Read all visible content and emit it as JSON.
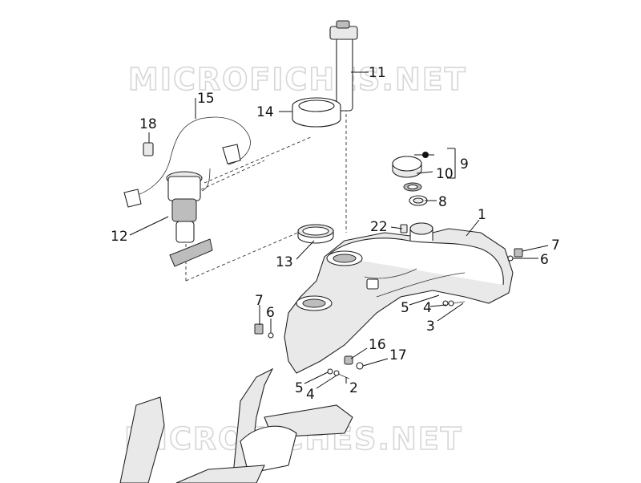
{
  "watermark": {
    "top": "MICROFICHES.NET",
    "bottom": "MICROFICHES.NET"
  },
  "callouts": {
    "n1": "1",
    "n2": "2",
    "n3": "3",
    "n4a": "4",
    "n4b": "4",
    "n5a": "5",
    "n5b": "5",
    "n6a": "6",
    "n6b": "6",
    "n7a": "7",
    "n7b": "7",
    "n8": "8",
    "n9": "9",
    "n10": "10",
    "n11": "11",
    "n12": "12",
    "n13": "13",
    "n14": "14",
    "n15": "15",
    "n16": "16",
    "n17": "17",
    "n18": "18",
    "n22": "22"
  },
  "colors": {
    "line": "#222222",
    "fill_light": "#e9e9e9",
    "fill_dark": "#bdbdbd",
    "watermark": "#d6d6d6"
  }
}
